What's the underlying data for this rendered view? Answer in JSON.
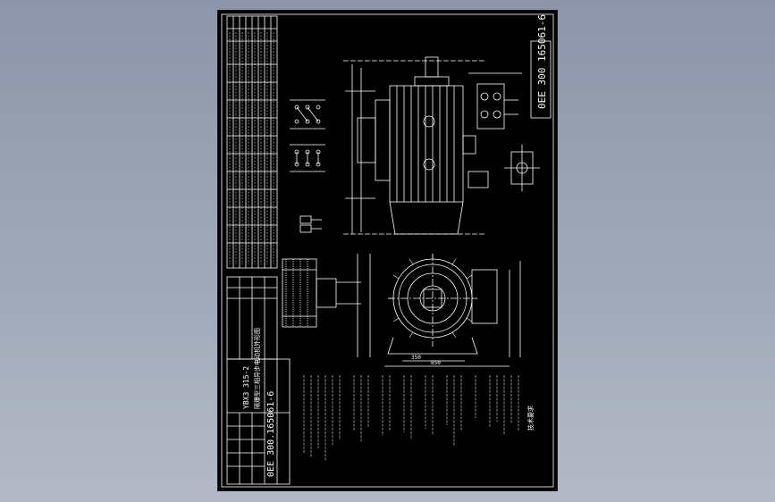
{
  "drawing": {
    "drawing_number": "0EE 300 165061-6",
    "title_block_number": "0EE 300.165061-6",
    "title_block_model": "YBX3 315-2",
    "title_block_name": "隔爆型三相异步电动机外形图",
    "tech_requirements_heading": "技术要求",
    "dim_bottom_width": "850",
    "dim_center_distance": "350",
    "colors": {
      "background": "#8d96a9",
      "sheet": "#000000",
      "lines": "#ffffff"
    }
  }
}
